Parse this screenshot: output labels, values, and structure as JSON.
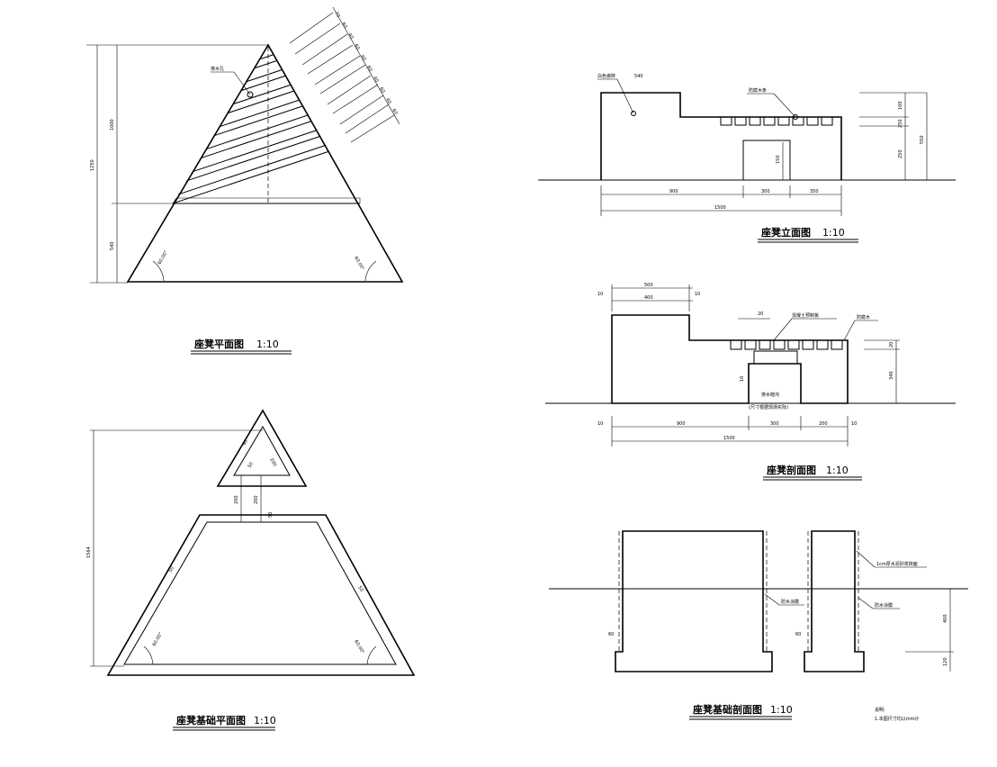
{
  "titles": {
    "plan": {
      "name": "座凳平面图",
      "scale": "1:10"
    },
    "foundation_plan": {
      "name": "座凳基础平面图",
      "scale": "1:10"
    },
    "elevation": {
      "name": "座凳立面图",
      "scale": "1:10"
    },
    "section": {
      "name": "座凳剖面图",
      "scale": "1:10"
    },
    "foundation_section": {
      "name": "座凳基础剖面图",
      "scale": "1:10"
    }
  },
  "plan_labels": {
    "dim_total": "1250",
    "dim_top": "1000",
    "dim_bottom": "540",
    "angle_left": "60.00°",
    "angle_right": "60.00°",
    "drain_label": "排水孔",
    "stack_dims": [
      "70",
      "60",
      "40",
      "60",
      "40",
      "60",
      "40",
      "60",
      "40",
      "60",
      "40",
      "60",
      "70"
    ]
  },
  "foundation_plan_labels": {
    "dim_total": "1564",
    "dim_a": "200",
    "dim_b": "200",
    "dim_c": "50",
    "dim_d": "50",
    "dim_e": "50",
    "angle_left": "60.00°",
    "angle_right": "60.00°",
    "inner_small": [
      "60",
      "50",
      "200"
    ]
  },
  "elevation_labels": {
    "callout_left": "白色瓷砖",
    "callout_right": "防腐木条",
    "dim_top": "540",
    "dim_hole": "150",
    "dim_r1": "100",
    "dim_r2": "250",
    "dim_r3": "250",
    "dim_total_h": "550",
    "dim_b1": "900",
    "dim_b2": "300",
    "dim_b3": "350",
    "dim_total_w": "1500"
  },
  "section_labels": {
    "dim_top_a": "500",
    "dim_top_b": "400",
    "dim_top_c": "10",
    "dim_top_d": "10",
    "callout_1": "混凝土预制板",
    "callout_2": "防腐木",
    "callout_3": "排水暗沟",
    "callout_4": "(尺寸根据现场实际)",
    "dim_b1": "900",
    "dim_b2": "300",
    "dim_b3": "200",
    "dim_b4": "10",
    "dim_b5": "10",
    "dim_total_w": "1500",
    "dim_small": "20",
    "dim_r1": "20",
    "dim_r2": "340",
    "dim_mid": "10"
  },
  "foundation_section_labels": {
    "callout_1": "1cm厚水泥砂浆抹面",
    "callout_2": "防水涂膜",
    "callout_3": "防水涂膜",
    "dim_left": "60",
    "dim_mid": "60",
    "dim_h1": "400",
    "dim_h2": "120",
    "note_title": "说明:",
    "note_body": "1.本图尺寸均以mm计"
  }
}
